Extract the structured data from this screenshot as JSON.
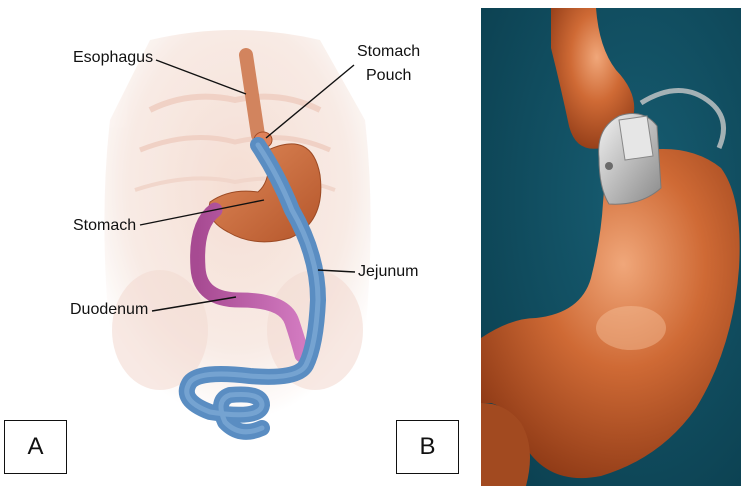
{
  "panel_a": {
    "tag": "A",
    "labels": {
      "esophagus": "Esophagus",
      "stomach_pouch_line1": "Stomach",
      "stomach_pouch_line2": "Pouch",
      "stomach": "Stomach",
      "jejunum": "Jejunum",
      "duodenum": "Duodenum"
    }
  },
  "panel_b": {
    "tag": "B",
    "background_color": "#0e4a5c",
    "stomach_color": "#c4622e",
    "band_color": "#c8c8c8"
  },
  "colors": {
    "stomach": "#c96a3c",
    "duodenum": "#b85aa0",
    "jejunum": "#5b8fc4",
    "body": "#f3dcd2"
  }
}
